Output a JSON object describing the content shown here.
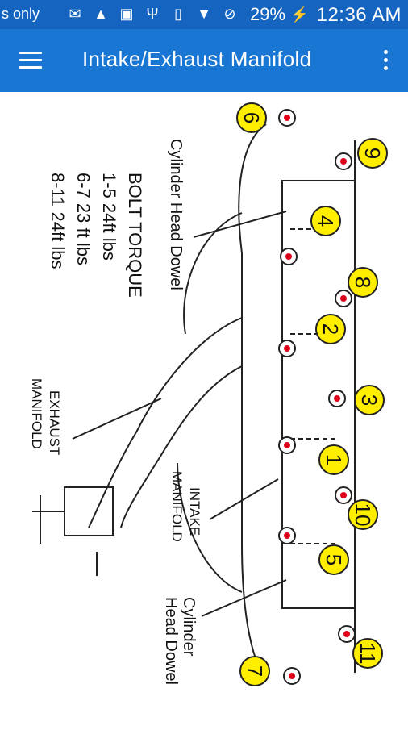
{
  "status_bar": {
    "carrier_text": "s only",
    "battery": "29%",
    "time": "12:36 AM",
    "icons": [
      "message-icon",
      "hat-icon",
      "image-icon",
      "usb-icon",
      "vibrate-icon",
      "wifi-icon",
      "no-sim-icon",
      "battery-charging-icon"
    ]
  },
  "app_bar": {
    "title": "Intake/Exhaust Manifold",
    "menu_icon": "hamburger-menu-icon",
    "overflow_icon": "more-vert-icon"
  },
  "diagram": {
    "torque_title": "BOLT TORQUE",
    "torque_lines": [
      "1-5 24ft lbs",
      "6-7 23 ft lbs",
      "8-11 24ft lbs"
    ],
    "label_cylinder_head_dowel_top": "Cylinder Head Dowel",
    "label_exhaust_manifold_1": "EXHAUST",
    "label_exhaust_manifold_2": "MANIFOLD",
    "label_intake_manifold_1": "INTAKE",
    "label_intake_manifold_2": "MANIFOLD",
    "label_cylinder_head_dowel_bottom_1": "Cylinder",
    "label_cylinder_head_dowel_bottom_2": "Head Dowel",
    "bolts": [
      "6",
      "9",
      "4",
      "8",
      "2",
      "3",
      "1",
      "10",
      "5",
      "11",
      "7"
    ],
    "badge_color": "#ffee00",
    "bolt_color": "#e0001b"
  }
}
